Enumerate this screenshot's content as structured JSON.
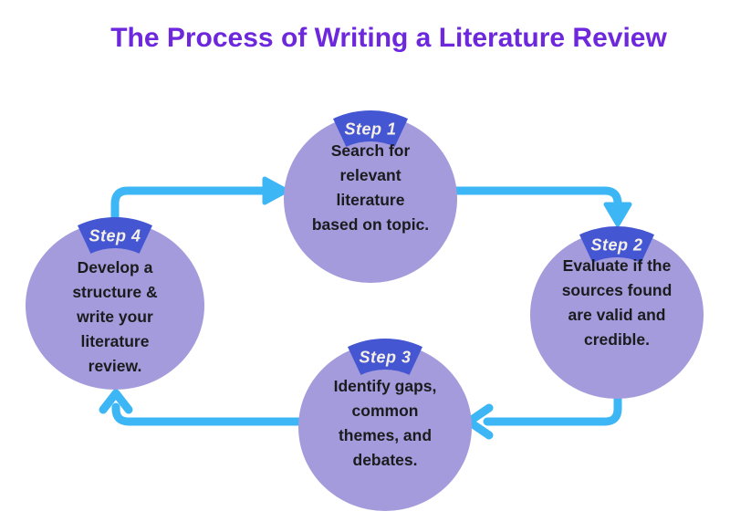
{
  "title": "The Process of Writing a Literature Review",
  "colors": {
    "titleColor": "#6d28dd",
    "circleFill": "#a49bdc",
    "badgeFill": "#4556d2",
    "badgeText": "#f5f0e6",
    "arrowColor": "#3db6f5",
    "stepText": "#1b1b1d",
    "backgroundColor": "#ffffff"
  },
  "steps": [
    {
      "badge": "Step 1",
      "lines": [
        "Search for",
        "relevant",
        "literature",
        "based on topic."
      ]
    },
    {
      "badge": "Step 2",
      "lines": [
        "Evaluate if the",
        "sources found",
        "are valid and",
        "credible."
      ]
    },
    {
      "badge": "Step 3",
      "lines": [
        "Identify gaps,",
        "common",
        "themes, and",
        "debates."
      ]
    },
    {
      "badge": "Step 4",
      "lines": [
        "Develop a",
        "structure &",
        "write your",
        "literature",
        "review."
      ]
    }
  ]
}
